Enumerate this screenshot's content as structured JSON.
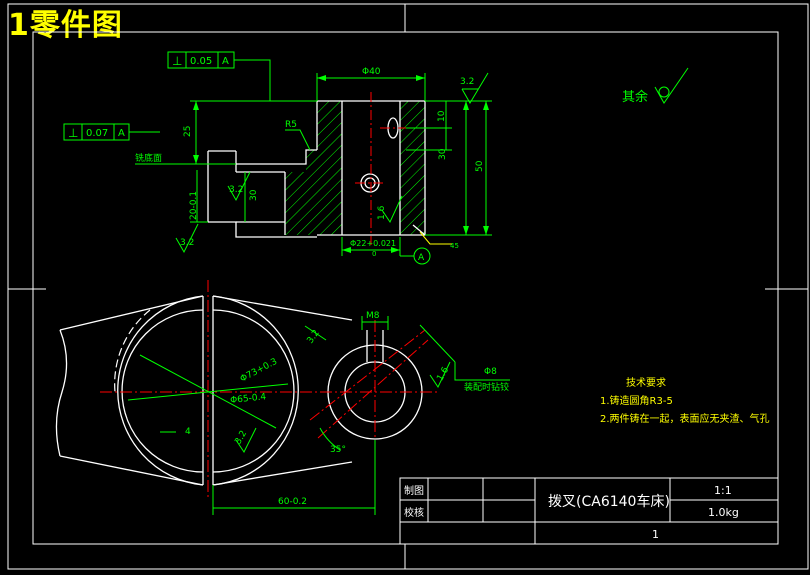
{
  "sheet_title": "1零件图",
  "colors": {
    "background": "#000000",
    "outline": "#ffffff",
    "dimension": "#00ff00",
    "centerline": "#ff0000",
    "hatch": "#00ff00",
    "leader": "#ffff00",
    "note": "#ffff00",
    "title_block_text": "#ffffff"
  },
  "section_view": {
    "tolerance_frame_top": {
      "symbol": "⊥",
      "value": "0.05",
      "datum": "A"
    },
    "tolerance_frame_left": {
      "symbol": "⊥",
      "value": "0.07",
      "datum": "A"
    },
    "dim_phi40": "Φ40",
    "dim_25": "25",
    "dim_R5": "R5",
    "dim_10": "10",
    "dim_30": "30",
    "dim_50": "50",
    "dim_20": "20-0.1",
    "dim_30b": "30",
    "dim_phi22": "Φ22+0.021",
    "dim_phi22_lower": "0",
    "roughness_32_top": "3.2",
    "roughness_32_left": "3.2",
    "roughness_32_bottom": "3.2",
    "roughness_16": "1.6",
    "label_milled_face": "铣底面",
    "datum_label": "A",
    "dim_45": "45"
  },
  "rest_note": "其余",
  "plan_view": {
    "dim_M8": "M8",
    "dim_phi73": "Φ73+0.3",
    "dim_phi65": "Φ65-0.4",
    "dim_4": "4",
    "dim_32": "3.2",
    "dim_35deg": "35°",
    "dim_60": "60-0.2",
    "dim_phi8": "Φ8",
    "note_phi8": "装配时钻铰",
    "dim_16": "1.6",
    "dim_32b": "3.2"
  },
  "tech_requirements": {
    "heading": "技术要求",
    "items": [
      "1.铸造圆角R3-5",
      "2.两件铸在一起，表面应无夹渣、气孔"
    ]
  },
  "title_block": {
    "row1_label": "制图",
    "row2_label": "校核",
    "part_name": "拨叉(CA6140车床)",
    "scale": "1:1",
    "weight": "1.0kg",
    "sheet_no": "1"
  }
}
